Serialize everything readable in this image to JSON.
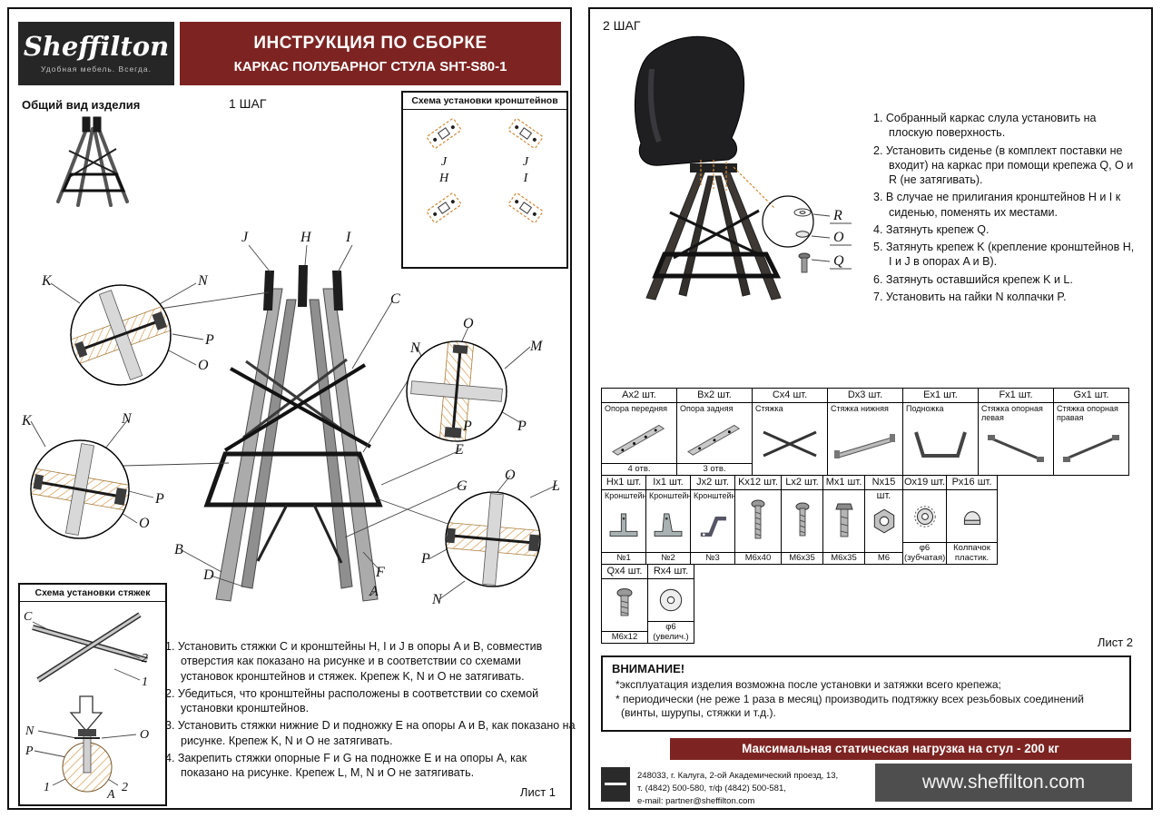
{
  "page1": {
    "logo": {
      "brand": "Sheffilton",
      "tagline": "Удобная мебель. Всегда."
    },
    "title1": "ИНСТРУКЦИЯ ПО СБОРКЕ",
    "title2": "КАРКАС ПОЛУБАРНОГ СТУЛА SHT-S80-1",
    "general_view": "Общий вид изделия",
    "step": "1 ШАГ",
    "bracket_scheme_title": "Схема установки кронштейнов",
    "bracket_labels": [
      "J",
      "J",
      "H",
      "I"
    ],
    "tie_scheme_title": "Схема установки стяжек",
    "tie_labels": [
      "C",
      "2",
      "1",
      "N",
      "P",
      "O",
      "1",
      "2",
      "A"
    ],
    "callouts": {
      "top": [
        "J",
        "H",
        "I"
      ],
      "c1": [
        "K",
        "N",
        "P",
        "O"
      ],
      "c2": [
        "K",
        "N",
        "P",
        "O"
      ],
      "mid": [
        "C"
      ],
      "c3": [
        "N",
        "O",
        "M",
        "P",
        "P"
      ],
      "right": [
        "E",
        "G",
        "O",
        "L"
      ],
      "c4": [
        "P",
        "N"
      ],
      "bottom": [
        "B",
        "D",
        "F",
        "A"
      ]
    },
    "instructions": [
      "1. Установить стяжки C и кронштейны H,  I и J в опоры A и B, совместив отверстия как показано на рисунке и в соответствии со схемами установок кронштейнов и стяжек. Крепеж K, N и O не затягивать.",
      "2. Убедиться, что кронштейны расположены в соответствии со схемой установки кронштейнов.",
      "3. Установить стяжки нижние D и подножку E на опоры A и B, как показано на рисунке. Крепеж K, N и O не затягивать.",
      "4. Закрепить стяжки опорные F и G на подножке E и на опоры A, как показано на рисунке. Крепеж L, M, N и O не затягивать."
    ],
    "sheet": "Лист 1"
  },
  "page2": {
    "step": "2 ШАГ",
    "fastener_callouts": [
      "R",
      "O",
      "Q"
    ],
    "instructions": [
      "1. Собранный каркас слула установить на плоскую поверхность.",
      "2. Установить сиденье (в комплект поставки не входит) на каркас при помощи крепежа Q, O и R (не затягивать).",
      "3. В случае не прилигания кронштейнов H и I к сиденью, поменять их местами.",
      "4. Затянуть крепеж Q.",
      "5. Затянуть крепеж K (крепление кронштейнов H, I и J в опорах A и B).",
      "6. Затянуть оставшийся крепеж K и L.",
      "7. Установить на гайки N колпачки P."
    ],
    "parts1": [
      {
        "qty": "Ax2 шт.",
        "name": "Опора передняя",
        "note": "4 отв."
      },
      {
        "qty": "Bx2 шт.",
        "name": "Опора задняя",
        "note": "3 отв."
      },
      {
        "qty": "Cx4 шт.",
        "name": "Стяжка"
      },
      {
        "qty": "Dx3 шт.",
        "name": "Стяжка нижняя"
      },
      {
        "qty": "Ex1 шт.",
        "name": "Подножка"
      },
      {
        "qty": "Fx1 шт.",
        "name": "Стяжка опорная левая"
      },
      {
        "qty": "Gx1 шт.",
        "name": "Стяжка опорная правая"
      }
    ],
    "parts2": [
      {
        "qty": "Hx1 шт.",
        "name": "Кронштейн",
        "note": "№1"
      },
      {
        "qty": "Ix1 шт.",
        "name": "Кронштейн",
        "note": "№2"
      },
      {
        "qty": "Jx2 шт.",
        "name": "Кронштейн",
        "note": "№3"
      },
      {
        "qty": "Kx12 шт.",
        "note": "M6x40"
      },
      {
        "qty": "Lx2 шт.",
        "note": "M6x35"
      },
      {
        "qty": "Mx1 шт.",
        "note": "M6x35"
      },
      {
        "qty": "Nx15 шт.",
        "note": "M6"
      },
      {
        "qty": "Ox19 шт.",
        "note": "φ6 (зубчатая)"
      },
      {
        "qty": "Px16 шт.",
        "note": "Колпачок пластик."
      }
    ],
    "parts3": [
      {
        "qty": "Qx4 шт.",
        "note": "M6x12"
      },
      {
        "qty": "Rx4 шт.",
        "note": "φ6 (увелич.)"
      }
    ],
    "sheet": "Лист 2",
    "warning_title": "ВНИМАНИЕ!",
    "warning_lines": [
      "*эксплуатация изделия возможна после установки и затяжки всего крепежа;",
      "* периодически (не реже 1 раза в месяц) производить подтяжку всех резьбовых соединений (винты, шурупы, стяжки и т.д.)."
    ],
    "max_load": "Максимальная статическая нагрузка на стул - 200 кг",
    "footer": {
      "line1": "248033, г. Калуга, 2-ой Академический проезд, 13,",
      "line2": "т. (4842) 500-580, т/ф (4842) 500-581,",
      "line3": "e-mail: partner@sheffilton.com",
      "site": "www.sheffilton.com"
    }
  }
}
